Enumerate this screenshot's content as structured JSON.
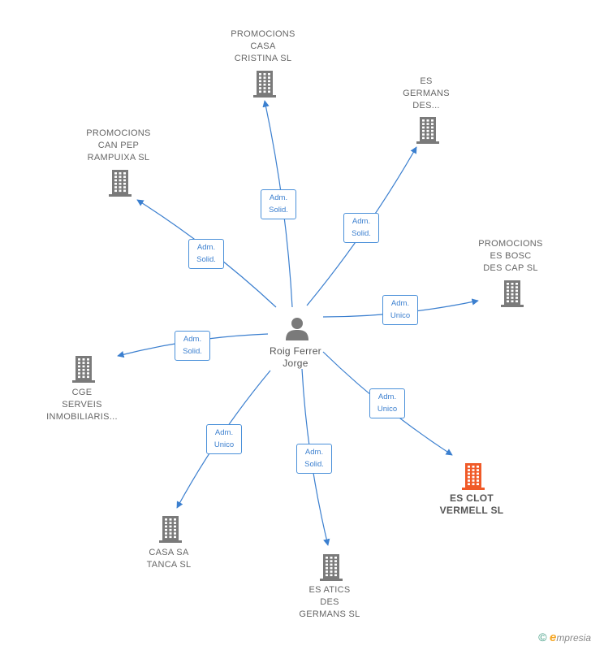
{
  "center": {
    "label_lines": [
      "Roig Ferrer",
      "Jorge"
    ],
    "icon": "person-icon"
  },
  "companies": [
    {
      "id": "casa-cristina",
      "label_lines": [
        "PROMOCIONS",
        "CASA",
        "CRISTINA  SL"
      ],
      "relation_lines": [
        "Adm.",
        "Solid."
      ],
      "highlight": false
    },
    {
      "id": "es-germans-des",
      "label_lines": [
        "ES",
        "GERMANS",
        "DES..."
      ],
      "relation_lines": [
        "Adm.",
        "Solid."
      ],
      "highlight": false
    },
    {
      "id": "can-pep-rampuixa",
      "label_lines": [
        "PROMOCIONS",
        "CAN PEP",
        "RAMPUIXA  SL"
      ],
      "relation_lines": [
        "Adm.",
        "Solid."
      ],
      "highlight": false
    },
    {
      "id": "es-bosc-des-cap",
      "label_lines": [
        "PROMOCIONS",
        "ES BOSC",
        "DES CAP  SL"
      ],
      "relation_lines": [
        "Adm.",
        "Unico"
      ],
      "highlight": false
    },
    {
      "id": "cge-serveis",
      "label_lines": [
        "CGE",
        "SERVEIS",
        "INMOBILIARIS..."
      ],
      "relation_lines": [
        "Adm.",
        "Solid."
      ],
      "highlight": false
    },
    {
      "id": "es-clot-vermell",
      "label_lines": [
        "ES CLOT",
        "VERMELL  SL"
      ],
      "relation_lines": [
        "Adm.",
        "Unico"
      ],
      "highlight": true
    },
    {
      "id": "casa-sa-tanca",
      "label_lines": [
        "CASA SA",
        "TANCA  SL"
      ],
      "relation_lines": [
        "Adm.",
        "Unico"
      ],
      "highlight": false
    },
    {
      "id": "es-atics-des-germans",
      "label_lines": [
        "ES ATICS",
        "DES",
        "GERMANS  SL"
      ],
      "relation_lines": [
        "Adm.",
        "Solid."
      ],
      "highlight": false
    }
  ],
  "colors": {
    "edge": "#3b7fcf",
    "building": "#7a7a7a",
    "building_highlight": "#f05a28",
    "person": "#7a7a7a"
  },
  "footer": {
    "copyright_symbol": "©",
    "brand_initial": "e",
    "brand_rest": "mpresia"
  }
}
